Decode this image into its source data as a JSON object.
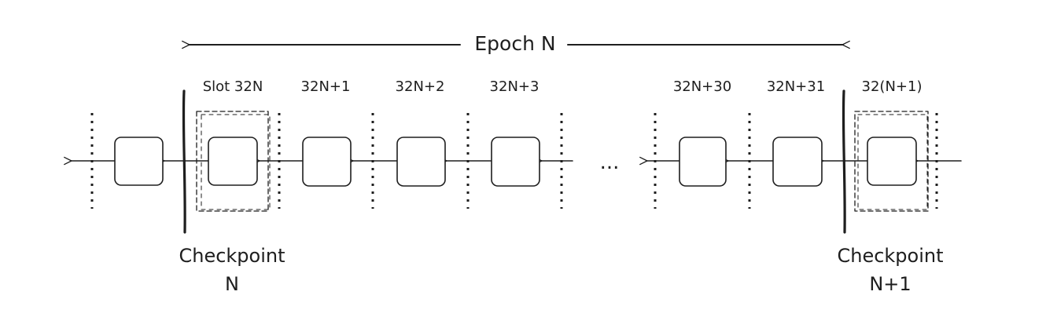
{
  "epoch": {
    "label": "Epoch N"
  },
  "slots": [
    {
      "label": "Slot 32N"
    },
    {
      "label": "32N+1"
    },
    {
      "label": "32N+2"
    },
    {
      "label": "32N+3"
    },
    {
      "label": "32N+30"
    },
    {
      "label": "32N+31"
    },
    {
      "label": "32(N+1)"
    }
  ],
  "ellipsis": "...",
  "checkpoints": [
    {
      "line1": "Checkpoint",
      "line2": "N"
    },
    {
      "line1": "Checkpoint",
      "line2": "N+1"
    }
  ]
}
